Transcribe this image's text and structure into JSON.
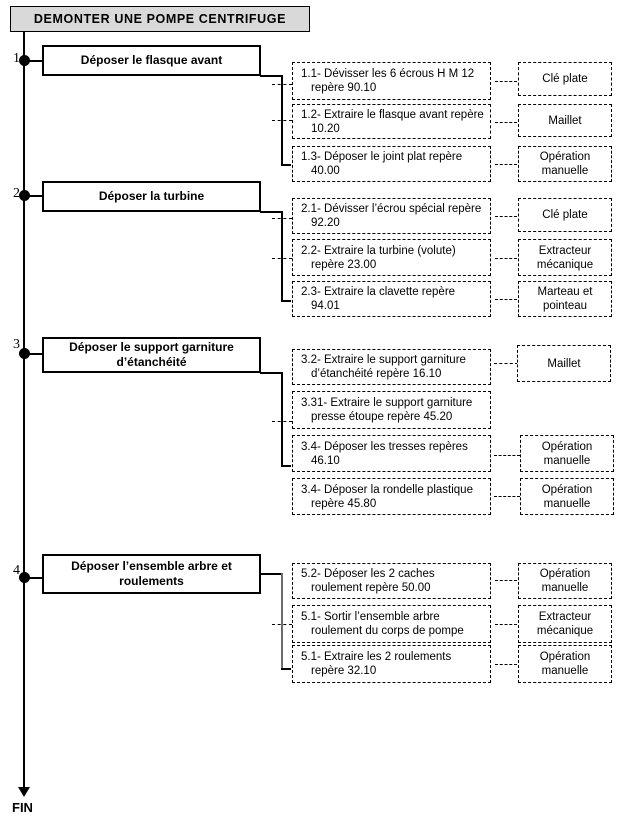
{
  "title": "DEMONTER  UNE  POMPE CENTRIFUGE",
  "end_label": "FIN",
  "steps": [
    {
      "number": "1",
      "label": "Déposer le flasque avant",
      "details": [
        {
          "text": "1.1- Dévisser les 6 écrous H M 12 repère 90.10",
          "tool": "Clé plate"
        },
        {
          "text": "1.2- Extraire le flasque avant repère 10.20",
          "tool": "Maillet"
        },
        {
          "text": "1.3- Déposer le joint plat repère 40.00",
          "tool": "Opération manuelle"
        }
      ]
    },
    {
      "number": "2",
      "label": "Déposer la turbine",
      "details": [
        {
          "text": "2.1- Dévisser l’écrou spécial repère 92.20",
          "tool": "Clé plate"
        },
        {
          "text": "2.2- Extraire la turbine (volute) repère 23.00",
          "tool": "Extracteur mécanique"
        },
        {
          "text": "2.3- Extraire la clavette repère 94.01",
          "tool": "Marteau et pointeau"
        }
      ]
    },
    {
      "number": "3",
      "label": "Déposer le support garniture d’étanchéité",
      "details": [
        {
          "text": "3.2- Extraire le support garniture d’étanchéité repère 16.10",
          "tool": "Maillet"
        },
        {
          "text": "3.31- Extraire le support garniture presse étoupe repère 45.20",
          "tool": ""
        },
        {
          "text": "3.4- Déposer les tresses repères 46.10",
          "tool": "Opération manuelle"
        },
        {
          "text": "3.4- Déposer la rondelle plastique repère 45.80",
          "tool": "Opération manuelle"
        }
      ]
    },
    {
      "number": "4",
      "label": "Déposer l’ensemble arbre et roulements",
      "details": [
        {
          "text": "5.2- Déposer les 2 caches roulement repère 50.00",
          "tool": "Opération manuelle"
        },
        {
          "text": "5.1- Sortir l’ensemble arbre roulement du corps de pompe",
          "tool": "Extracteur mécanique"
        },
        {
          "text": "5.1- Extraire les 2 roulements repère 32.10",
          "tool": "Opération manuelle"
        }
      ]
    }
  ]
}
